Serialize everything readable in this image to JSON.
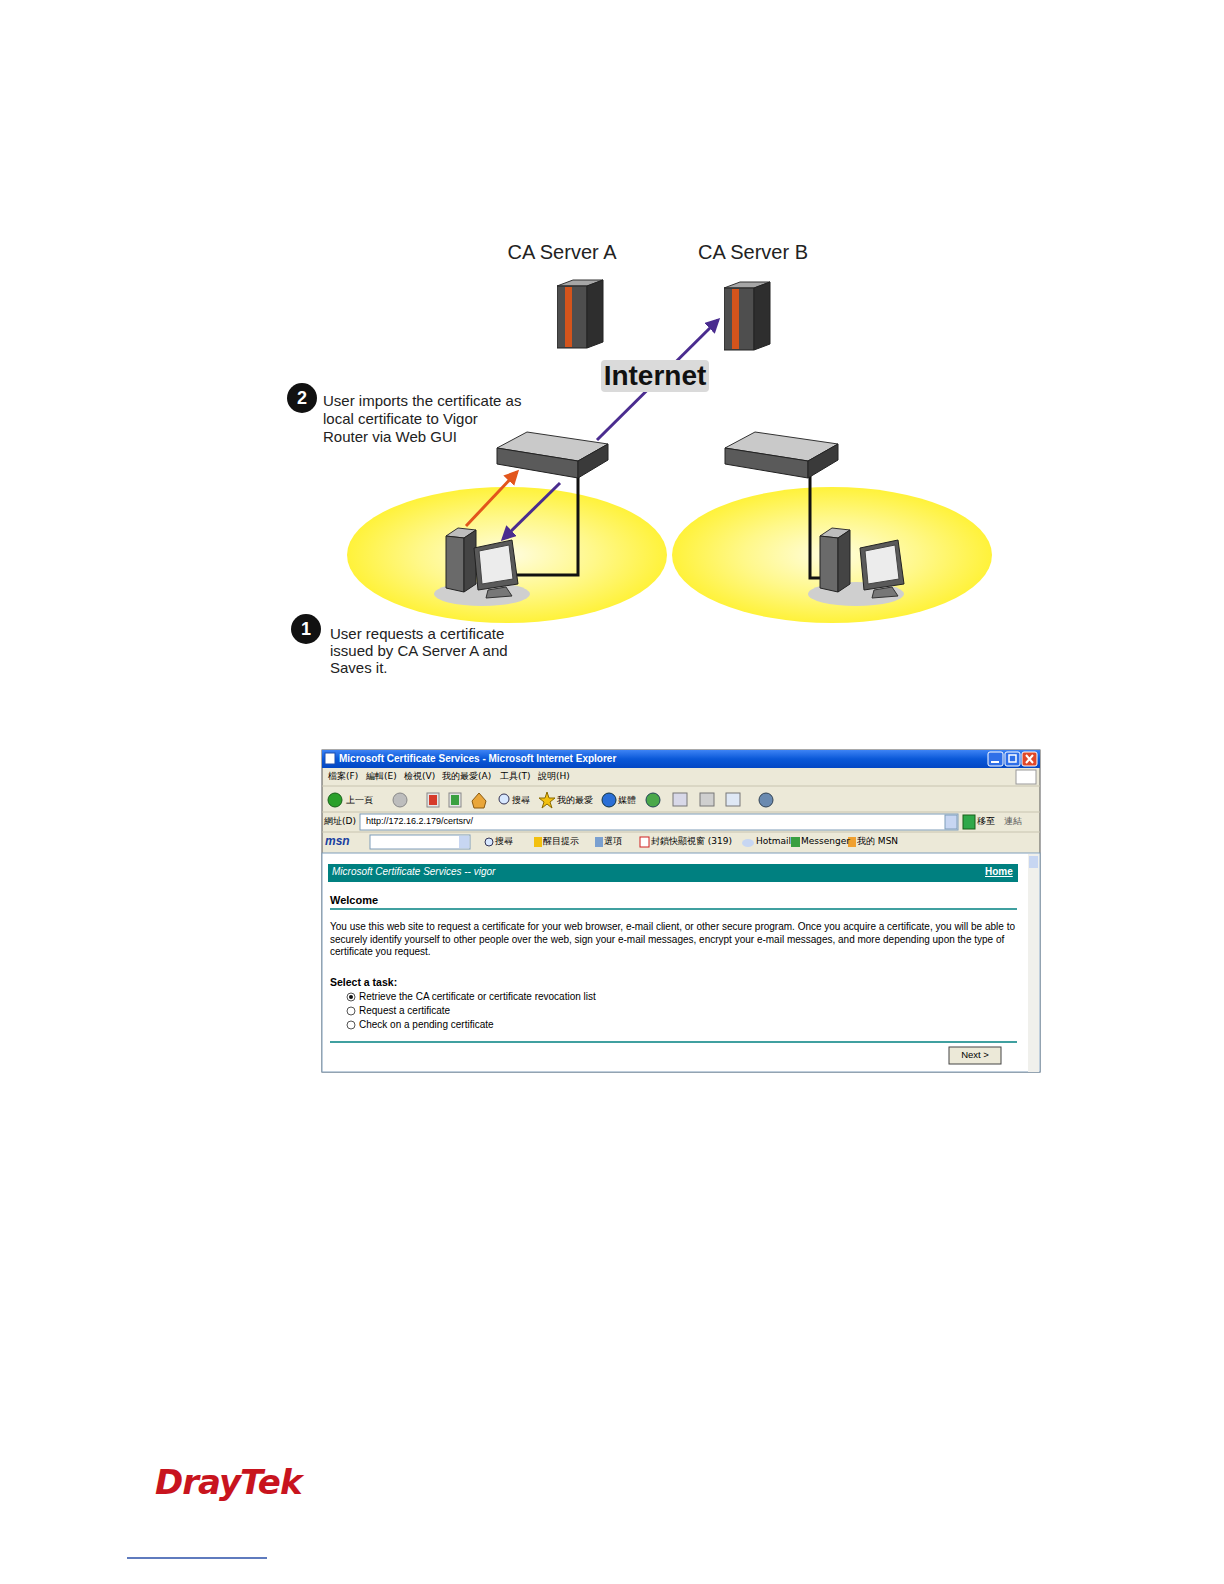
{
  "diagram": {
    "nodes": [
      {
        "text": [
          "CA Server A"
        ]
      },
      {
        "text": [
          "CA Server B"
        ]
      },
      {
        "text": [
          "Internet"
        ]
      }
    ],
    "labels": [
      "2",
      "User imports the certificate as local certificate to Vigor Router via Web GUI",
      "1",
      "User requests a certificate issued by CA Server A and Saves it.",
      "Microsoft Certificate Services - Microsoft Internet Explorer",
      "檔案(F)",
      "編輯(E)",
      "檢視(V)",
      "我的最愛(A)",
      "工具(T)",
      "說明(H)",
      "上一頁",
      "搜尋",
      "我的最愛",
      "媒體",
      "網址(D)",
      "http://172.16.2.179/certsrv/",
      "移至",
      "連結",
      "msn",
      "搜尋",
      "醒目提示",
      "選項",
      "封鎖快顯視窗 (319)",
      "Hotmail",
      "Messenger",
      "我的 MSN",
      "Microsoft Certificate Services -- vigor",
      "Home",
      "Welcome",
      "You use this web site to request a certificate for your web browser, e-mail client, or other secure program. Once you acquire a certificate, you will be able to securely identify yourself to other people over the web, sign your e-mail messages, encrypt your e-mail messages, and more depending upon the type of certificate you request.",
      "Select a task:",
      "Retrieve the CA certificate or certificate revocation list",
      "Request a certificate",
      "Check on a pending certificate",
      "Next >",
      "DrayTek"
    ]
  }
}
